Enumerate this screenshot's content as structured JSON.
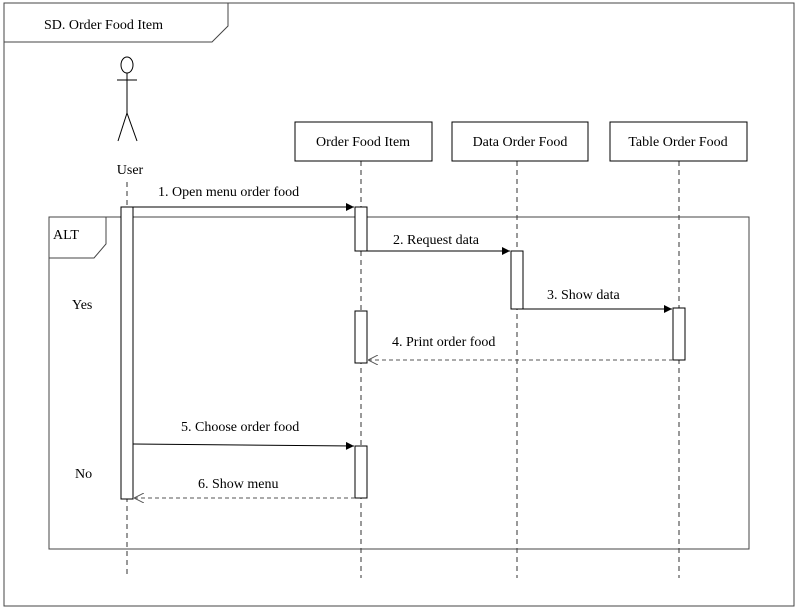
{
  "diagram": {
    "title": "SD. Order Food Item",
    "actor": "User",
    "lifelines": [
      "Order Food Item",
      "Data Order Food",
      "Table Order Food"
    ],
    "fragment": {
      "operator": "ALT",
      "guards": [
        "Yes",
        "No"
      ]
    },
    "messages": [
      "1. Open menu order food",
      "2. Request data",
      "3. Show data",
      "4. Print order food",
      "5. Choose order food",
      "6. Show menu"
    ]
  }
}
